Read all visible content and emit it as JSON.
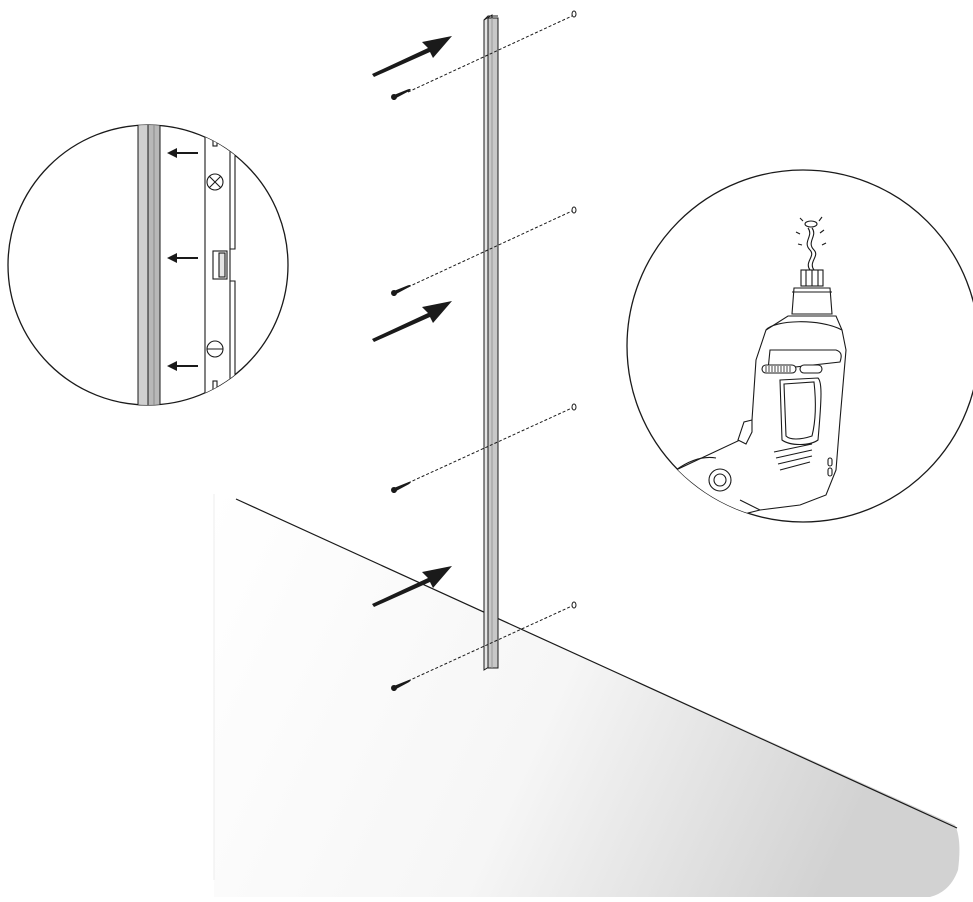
{
  "figure": {
    "kind": "assembly-instruction-illustration",
    "subject": "wall-profile-mounting",
    "colors": {
      "line": "#1a1a1a",
      "profile_fill": "#c8c8c8",
      "profile_edge": "#9a9a9a",
      "floor_gradient_start": "#ffffff",
      "floor_gradient_end": "#d6d6d6",
      "background": "#ffffff"
    },
    "icons": [
      "profile-rail",
      "screw-icon",
      "wall-plug-hole",
      "direction-arrow",
      "spirit-level-icon",
      "power-drill-icon",
      "drill-bit-icon",
      "detail-magnifier-circle"
    ],
    "counts": {
      "screws": 4,
      "fixing_holes": 4,
      "press-arrows": 3,
      "level-arrows": 3,
      "detail_circles": 2
    }
  }
}
